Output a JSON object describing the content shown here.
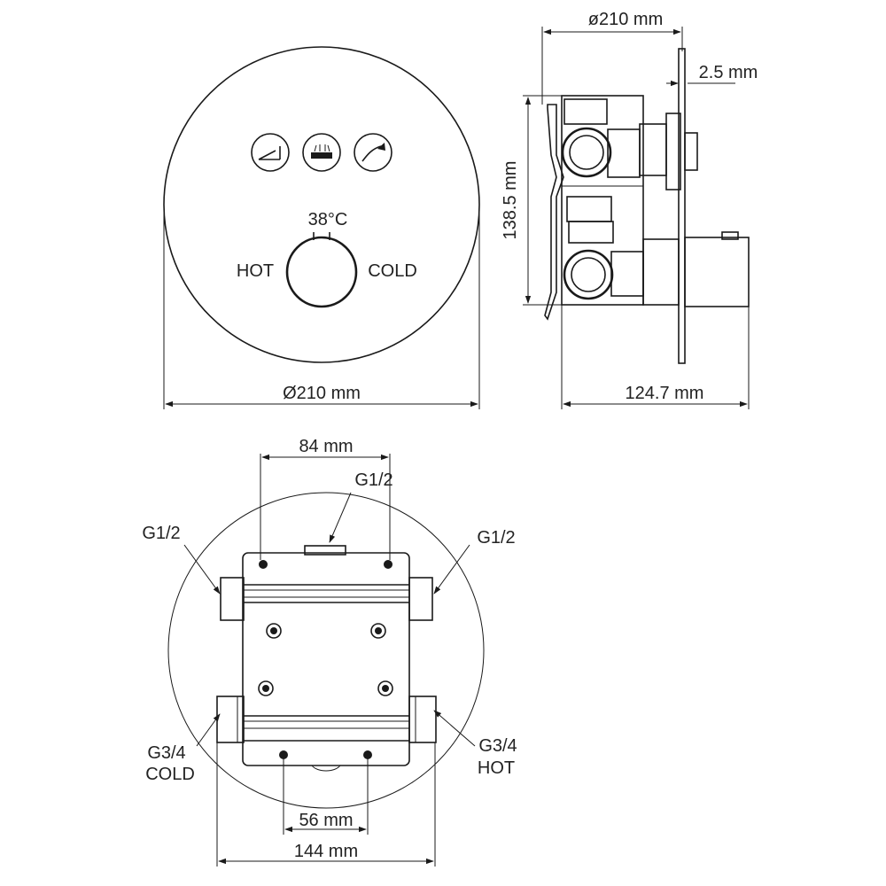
{
  "front_view": {
    "diameter_label": "Ø210 mm",
    "temperature_label": "38°C",
    "hot_label": "HOT",
    "cold_label": "COLD",
    "buttons": [
      {
        "icon": "hand-shower-icon"
      },
      {
        "icon": "bath-icon"
      },
      {
        "icon": "rain-shower-icon"
      }
    ]
  },
  "side_view": {
    "diameter_label": "ø210 mm",
    "plate_thickness_label": "2.5 mm",
    "height_label": "138.5 mm",
    "depth_label": "124.7 mm"
  },
  "rear_view": {
    "top_spacing_label": "84 mm",
    "top_outlet_label": "G1/2",
    "left_outlet_label": "G1/2",
    "right_outlet_label": "G1/2",
    "cold_inlet_size": "G3/4",
    "cold_inlet_label": "COLD",
    "hot_inlet_size": "G3/4",
    "hot_inlet_label": "HOT",
    "bottom_spacing_label": "56 mm",
    "overall_width_label": "144 mm"
  }
}
